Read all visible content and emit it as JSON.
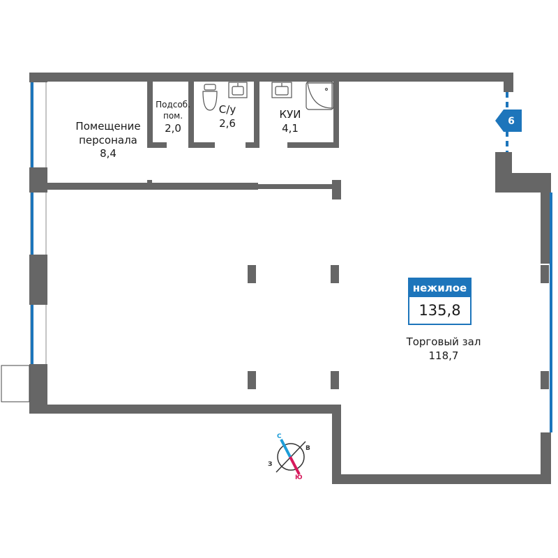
{
  "rooms": {
    "staff": {
      "name_line1": "Помещение",
      "name_line2": "персонала",
      "area": "8,4"
    },
    "utility": {
      "name_line1": "Подсоб.",
      "name_line2": "пом.",
      "area": "2,0"
    },
    "wc": {
      "name": "С/у",
      "area": "2,6"
    },
    "cleaning": {
      "name": "КУИ",
      "area": "4,1"
    },
    "sales_hall": {
      "name": "Торговый зал",
      "area": "118,7"
    }
  },
  "badge": {
    "type": "нежилое",
    "total_area": "135,8"
  },
  "entrance_marker": {
    "label": "6"
  },
  "compass": {
    "north": "С",
    "east": "В",
    "west": "З",
    "south": "Ю"
  },
  "colors": {
    "wall": "#666666",
    "window": "#1d75bb",
    "badge": "#1d75bb",
    "north": "#1d9dd8",
    "south": "#d6195b"
  }
}
